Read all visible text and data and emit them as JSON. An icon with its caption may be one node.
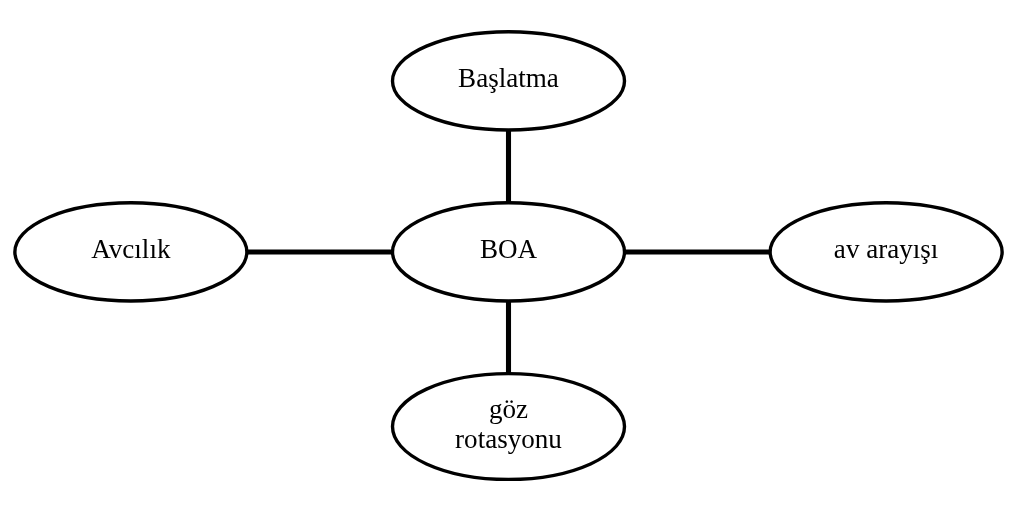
{
  "diagram": {
    "nodes": [
      {
        "text": [
          "Başlatma"
        ]
      },
      {
        "text": [
          "Avcılık"
        ]
      },
      {
        "text": [
          "BOA"
        ]
      },
      {
        "text": [
          "av arayışı"
        ]
      },
      {
        "text": [
          "göz rotasyonu"
        ]
      }
    ],
    "edges": [
      {
        "from": 0,
        "to": 2,
        "arrow": "none"
      },
      {
        "from": 1,
        "to": 2,
        "arrow": "none"
      },
      {
        "from": 2,
        "to": 3,
        "arrow": "none"
      },
      {
        "from": 2,
        "to": 4,
        "arrow": "none"
      }
    ]
  }
}
